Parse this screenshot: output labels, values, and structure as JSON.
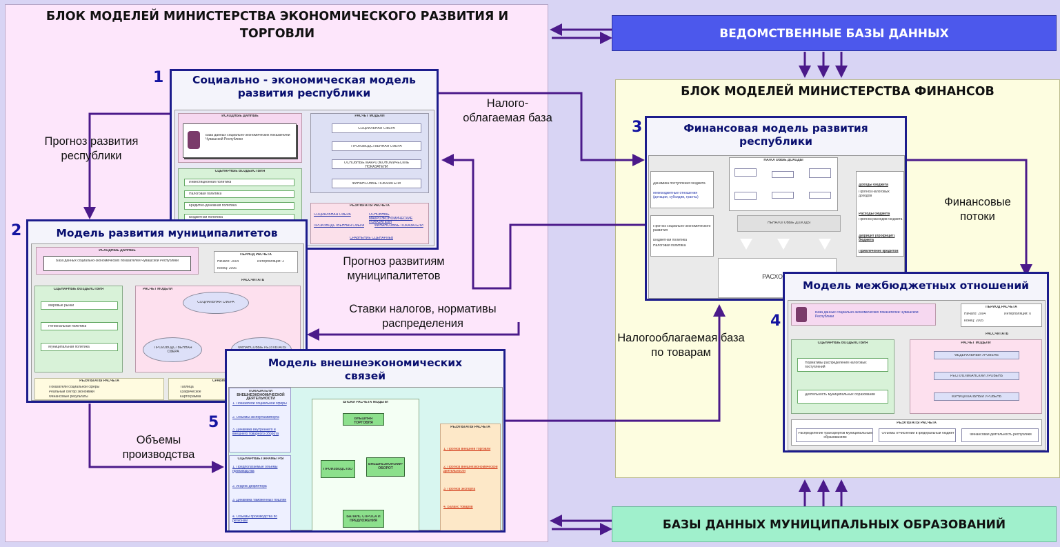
{
  "mineco_block": {
    "title": "БЛОК МОДЕЛЕЙ МИНИСТЕРСТВА ЭКОНОМИЧЕСКОГО РАЗВИТИЯ И ТОРГОВЛИ"
  },
  "minfin_block": {
    "title": "БЛОК МОДЕЛЕЙ МИНИСТЕРСТВА ФИНАНСОВ"
  },
  "dept_db": {
    "label": "ВЕДОМСТВЕННЫЕ БАЗЫ ДАННЫХ"
  },
  "muni_db": {
    "label": "БАЗЫ ДАННЫХ МУНИЦИПАЛЬНЫХ ОБРАЗОВАНИЙ"
  },
  "models": [
    {
      "num": "1",
      "title": "Социально - экономическая модель развития республики"
    },
    {
      "num": "2",
      "title": "Модель развития муниципалитетов"
    },
    {
      "num": "3",
      "title": "Финансовая модель развития республики"
    },
    {
      "num": "4",
      "title": "Модель межбюджетных отношений"
    },
    {
      "num": "5",
      "title": "Модель внешнеэкономических связей"
    }
  ],
  "flows": {
    "forecast_republic": "Прогноз развития республики",
    "taxable_base": "Налого- облагаемая база",
    "forecast_muni": "Прогноз развитиям муниципалитетов",
    "tax_rates": "Ставки налогов, нормативы распределения",
    "fin_flows": "Финансовые потоки",
    "taxable_goods": "Налогооблагаемая база по товарам",
    "prod_volumes": "Объемы производства"
  },
  "m1": {
    "src": "ИСХОДНЫЕ ДАННЫЕ",
    "db": "База данных социально-экономических показателей Чувашской Республики",
    "calc": "РАСЧЕТ МОДЕЛИ",
    "items": [
      "СОЦИАЛЬНАЯ СФЕРА",
      "ПРОИЗВОДСТВЕННАЯ СФЕРА",
      "ОСНОВНЫЕ МАКРОЭКОНОМИЧЕСКИЕ ПОКАЗАТЕЛИ",
      "ФИНАНСОВЫЕ ПОКАЗАТЕЛИ"
    ],
    "scen": "СЦЕНАРНЫЕ ВОЗДЕЙСТВИЯ",
    "scen_items": [
      "Инвестиционная политика",
      "Налоговая политика",
      "Кредитно-денежная политика",
      "Бюджетная политика"
    ],
    "results": "РЕЗУЛЬТАТЫ РАСЧЕТА",
    "res_items": [
      "СОЦИАЛЬНАЯ СФЕРА",
      "ОСНОВНЫЕ МАКРОЭКОНОМИЧЕСКИЕ ПОКАЗАТЕЛИ",
      "ПРОИЗВОДСТВЕННАЯ СФЕРА",
      "ФИНАНСОВЫЕ ПОКАЗАТЕЛИ",
      "СРАВНЕНИЕ СЦЕНАРИЕВ"
    ]
  },
  "m2": {
    "src": "ИСХОДНЫЕ ДАННЫЕ",
    "db": "База данных социально-экономических показателей Чувашской Республики",
    "period": "ПЕРИОД РАСЧЕТА",
    "start": "Начало: 2004",
    "end": "Конец: 2006",
    "interp": "Интерполяция: 2",
    "calc_btn": "РАССЧИТАТЬ",
    "scen": "СЦЕНАРНЫЕ ВОЗДЕЙСТВИЯ",
    "scen_items": [
      "Мировые рынки",
      "Региональная политика",
      "Муниципальная политика"
    ],
    "calc": "РАСЧЕТ МОДЕЛИ",
    "ovals": [
      "СОЦИАЛЬНАЯ СФЕРА",
      "ПРОИЗВОДСТВЕННАЯ СФЕРА",
      "ФИНАНСОВЫЕ РЕЗУЛЬТАТЫ"
    ],
    "results": "РЕЗУЛЬТАТЫ РАСЧЕТА",
    "compare": "СРАВНЕНИЕ СЦЕНАРИЕВ",
    "res_items": [
      "Показатели социальной сферы",
      "Реальный сектор экономики",
      "Финансовые результаты"
    ],
    "cmp_items": [
      "Таблица",
      "Графическое",
      "Картограмма"
    ]
  },
  "m3": {
    "tax_income": "НАЛОГОВЫЕ ДОХОДЫ",
    "nontax": "НЕНАЛОГОВЫЕ ДОХОДЫ",
    "expenses": "РАСХОДЫ",
    "left_items": [
      "Динамика поступления бюджета",
      "Межбюджетные отношения (дотации, субсидии, гранты)",
      "Прогноз социально-экономического развития",
      "Бюджетная политика",
      "Налоговая политика"
    ],
    "right_items": [
      "Доходы бюджета",
      "Прогноз налоговых доходов",
      "Расходы бюджета",
      "Прогноз расходов бюджета",
      "Дефицит (профицит) бюджета",
      "Привлечение кредитов"
    ]
  },
  "m4": {
    "db": "База данных социально-экономических показателей Чувашской Республики",
    "period": "ПЕРИОД РАСЧЕТА",
    "start": "Начало: 2004",
    "end": "Конец: 2005",
    "interp": "Интерполяция: 0",
    "calc_btn": "РАССЧИТАТЬ",
    "scen": "СЦЕНАРНЫЕ ВОЗДЕЙСТВИЯ",
    "scen_items": [
      "Нормативы распределения налоговых поступлений",
      "Деятельность муниципальных образований"
    ],
    "calc": "РАСЧЕТ МОДЕЛИ",
    "levels": [
      "ФЕДЕРАЛЬНЫЙ УРОВЕНЬ",
      "РЕСПУБЛИКАНСКИЙ УРОВЕНЬ",
      "МУНИЦИПАЛЬНЫЙ УРОВЕНЬ"
    ],
    "results": "РЕЗУЛЬТАТЫ РАСЧЕТА",
    "res_items": [
      "Распределение трансфертов муниципальным образованиям",
      "Объемы отчислений в федеральный бюджет",
      "Финансовая деятельность республики"
    ]
  },
  "m5": {
    "params": "ПОКАЗАТЕЛИ ВНЕШНЕЭКОНОМИЧЕСКОЙ ДЕЯТЕЛЬНОСТИ",
    "param_items": [
      "1. Показатели социальной сферы",
      "2. Объемы экспорта/импорта",
      "3. Динамика внутреннего и внешнего товарного оборота"
    ],
    "scenario": "СЦЕНАРНЫЕ ПАРАМЕТРЫ",
    "scen_items": [
      "1. Предполагаемые объемы производства",
      "2. Индекс дефлятора",
      "3. Динамика таможенных пошлин",
      "4. Объемы производства по регионам"
    ],
    "blocks_title": "БЛОКИ РАСЧЕТА МОДЕЛИ",
    "blocks": [
      "ВНЕШНЯЯ ТОРГОВЛЯ",
      "ПРОИЗВОДСТВО",
      "ВНЕШНЕЭКОНОМИЧЕСКИЙ ОБОРОТ",
      "БАЛАНС СПРОСА И ПРЕДЛОЖЕНИЯ"
    ],
    "results": "РЕЗУЛЬТАТЫ РАСЧЕТА",
    "res_items": [
      "1. Прогноз внешней торговли",
      "2. Прогноз внешнеэкономической деятельности",
      "3. Прогноз экспорта",
      "4. Баланс товаров"
    ]
  },
  "colors": {
    "arrow": "#4b1a8a",
    "panel_border": "#1c1c8c",
    "eco_bg": "#fde6fb",
    "fin_bg": "#fdfde0",
    "dept_db_bg": "#4c58ec",
    "muni_db_bg": "#a0f0cc"
  }
}
